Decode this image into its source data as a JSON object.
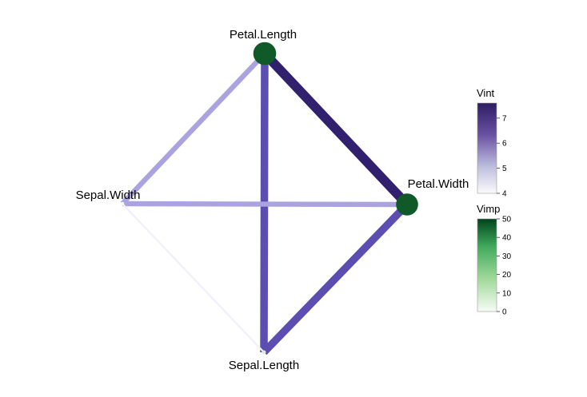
{
  "graph": {
    "nodes": [
      {
        "id": "petal_length",
        "label": "Petal.Length",
        "vimp": 49,
        "color": "#0f5a28"
      },
      {
        "id": "petal_width",
        "label": "Petal.Width",
        "vimp": 47,
        "color": "#0f5a28"
      },
      {
        "id": "sepal_width",
        "label": "Sepal.Width",
        "vimp": 1,
        "color": "#f7fcf5"
      },
      {
        "id": "sepal_length",
        "label": "Sepal.Length",
        "vimp": 2,
        "color": "#d9f0d3"
      }
    ],
    "edges": [
      {
        "from": "petal_length",
        "to": "petal_width",
        "vint": 7.5,
        "color": "#31206e"
      },
      {
        "from": "petal_length",
        "to": "sepal_length",
        "vint": 6.7,
        "color": "#5c4db0"
      },
      {
        "from": "petal_width",
        "to": "sepal_length",
        "vint": 6.7,
        "color": "#5c4db0"
      },
      {
        "from": "petal_length",
        "to": "sepal_width",
        "vint": 5.6,
        "color": "#aba3e0"
      },
      {
        "from": "sepal_width",
        "to": "petal_width",
        "vint": 5.6,
        "color": "#aba3e0"
      },
      {
        "from": "sepal_width",
        "to": "sepal_length",
        "vint": 4.1,
        "color": "#f1effb"
      }
    ]
  },
  "legend": {
    "vint": {
      "title": "Vint",
      "ticks": [
        "4",
        "5",
        "6",
        "7"
      ],
      "range": [
        4,
        7.6
      ],
      "colors": [
        "#fcfbfd",
        "#9e9ac8",
        "#54278f",
        "#2e1d63"
      ]
    },
    "vimp": {
      "title": "Vimp",
      "ticks": [
        "0",
        "10",
        "20",
        "30",
        "40",
        "50"
      ],
      "range": [
        0,
        50
      ],
      "colors": [
        "#f7fcf5",
        "#a1d99b",
        "#41ab5d",
        "#00441b"
      ]
    }
  }
}
